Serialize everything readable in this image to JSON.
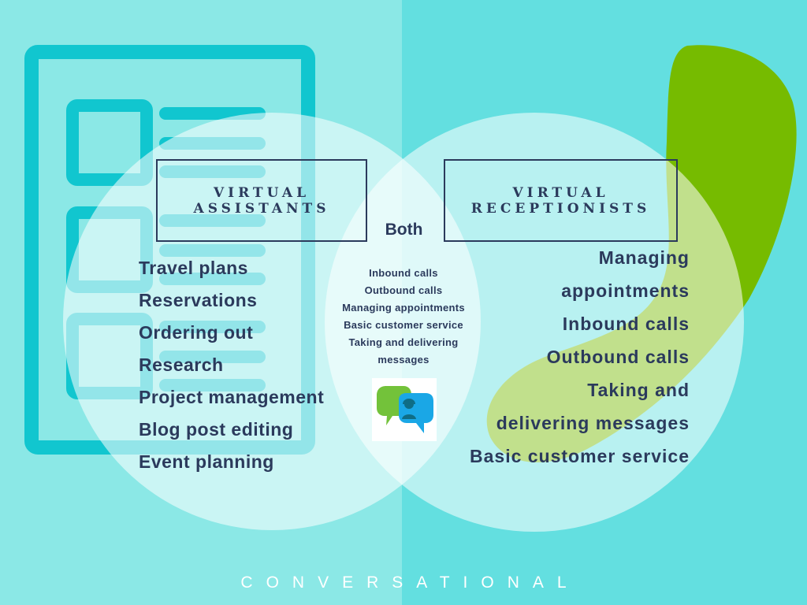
{
  "diagram": {
    "left_title_line1": "VIRTUAL",
    "left_title_line2": "ASSISTANTS",
    "right_title_line1": "VIRTUAL",
    "right_title_line2": "RECEPTIONISTS",
    "both_label": "Both",
    "left_items": [
      "Travel plans",
      "Reservations",
      "Ordering out",
      "Research",
      "Project management",
      "Blog post editing",
      "Event planning"
    ],
    "both_items": [
      "Inbound calls",
      "Outbound calls",
      "Managing appointments",
      "Basic customer service",
      "Taking and delivering",
      "messages"
    ],
    "right_items": [
      "Managing",
      "appointments",
      "Inbound calls",
      "Outbound calls",
      "Taking and",
      "delivering messages",
      "Basic customer service"
    ]
  },
  "brand": {
    "name": "CONVERSATIONAL"
  },
  "colors": {
    "left_background": "#8be8e6",
    "right_background": "#63dfe0",
    "document_icon": "#11c6cf",
    "comma_shape": "#76bb00",
    "text": "#2b3a5c",
    "logo_green": "#73c23a",
    "logo_blue": "#1aa7e6"
  },
  "icons": {
    "background_left": "document-icon",
    "background_right": "comma-shape",
    "center_logo": "chat-bubbles-icon"
  }
}
